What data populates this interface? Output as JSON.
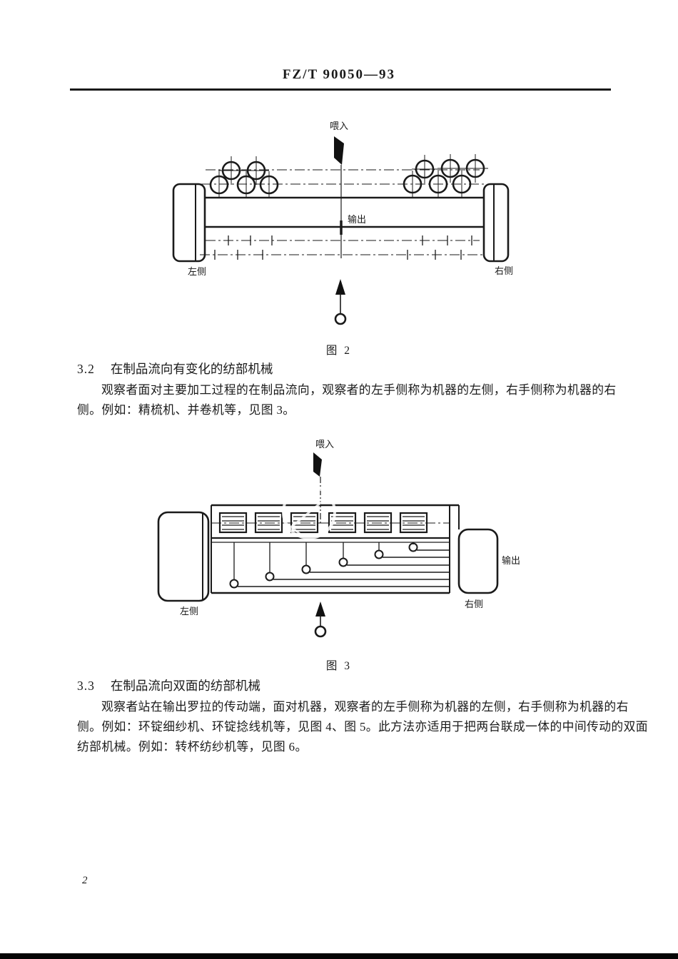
{
  "document": {
    "header_code": "FZ/T 90050—93",
    "page_number": "2"
  },
  "figures": {
    "fig2": {
      "caption": "图 2",
      "feed_in": "喂入",
      "output": "输出",
      "left": "左侧",
      "right": "右侧"
    },
    "fig3": {
      "caption": "图 3",
      "feed_in": "喂入",
      "output": "输出",
      "left": "左侧",
      "right": "右侧"
    }
  },
  "sections": {
    "s32": {
      "number": "3.2",
      "title": "在制品流向有变化的纺部机械",
      "lines": [
        "观察者面对主要加工过程的在制品流向，观察者的左手侧称为机器的左侧，右手侧称为机器的右",
        "侧。例如：精梳机、并卷机等，见图 3。"
      ]
    },
    "s33": {
      "number": "3.3",
      "title": "在制品流向双面的纺部机械",
      "lines": [
        "观察者站在输出罗拉的传动端，面对机器，观察者的左手侧称为机器的左侧，右手侧称为机器的右",
        "侧。例如：环锭细纱机、环锭捻线机等，见图 4、图 5。此方法亦适用于把两台联成一体的中间传动的双面",
        "纺部机械。例如：转杯纺纱机等，见图 6。"
      ]
    }
  },
  "colors": {
    "ink": "#1a1a1a",
    "paper": "#ffffff"
  }
}
